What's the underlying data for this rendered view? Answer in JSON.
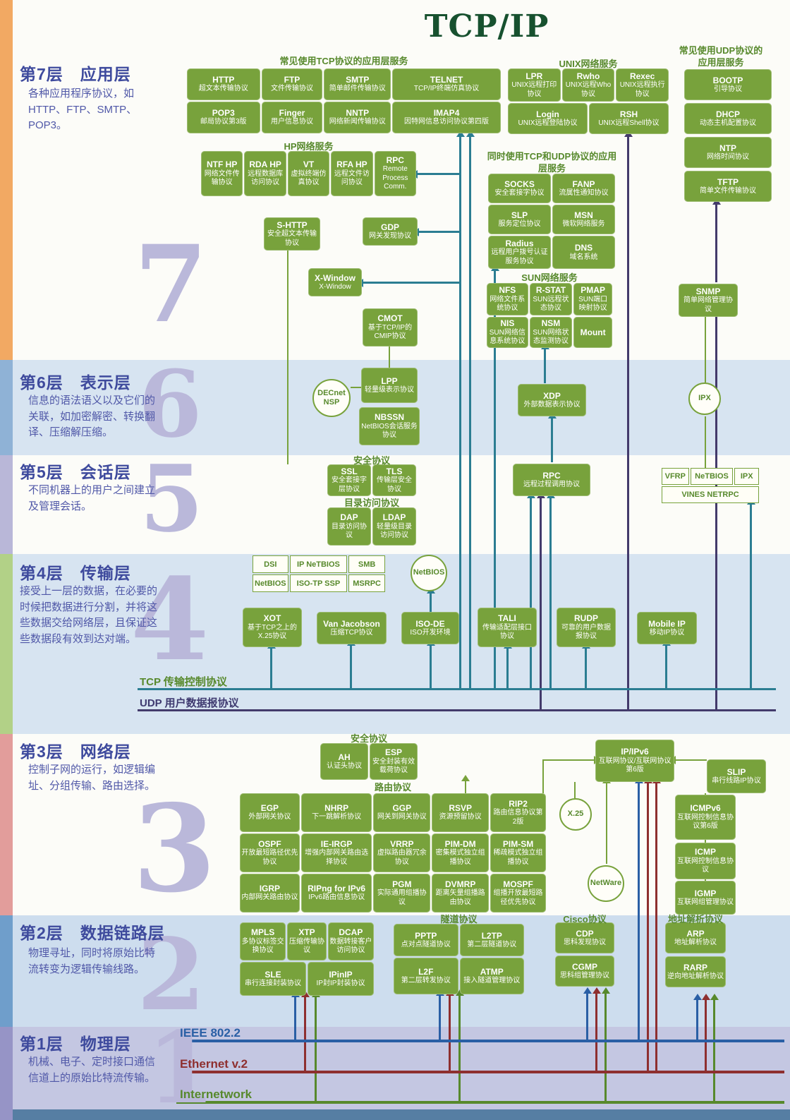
{
  "title": "TCP/IP",
  "layers": [
    {
      "num": "7",
      "title": "第7层　应用层",
      "desc": "各种应用程序协议，如HTTP、FTP、SMTP、POP3。"
    },
    {
      "num": "6",
      "title": "第6层　表示层",
      "desc": "信息的语法语义以及它们的关联，如加密解密、转换翻译、压缩解压缩。"
    },
    {
      "num": "5",
      "title": "第5层　会话层",
      "desc": "不同机器上的用户之间建立及管理会话。"
    },
    {
      "num": "4",
      "title": "第4层　传输层",
      "desc": "接受上一层的数据，在必要的时候把数据进行分割，并将这些数据交给网络层，且保证这些数据段有效到达对端。"
    },
    {
      "num": "3",
      "title": "第3层　网络层",
      "desc": "控制子网的运行，如逻辑编址、分组传输、路由选择。"
    },
    {
      "num": "2",
      "title": "第2层　数据链路层",
      "desc": "物理寻址，同时将原始比特流转变为逻辑传输线路。"
    },
    {
      "num": "1",
      "title": "第1层　物理层",
      "desc": "机械、电子、定时接口通信信道上的原始比特流传输。"
    }
  ],
  "groups": {
    "tcp_services": {
      "header": "常见使用TCP协议的应用层服务",
      "cells": [
        {
          "n": "HTTP",
          "d": "超文本传输协议"
        },
        {
          "n": "FTP",
          "d": "文件传输协议"
        },
        {
          "n": "SMTP",
          "d": "简单邮件传输协议"
        },
        {
          "n": "TELNET",
          "d": "TCP/IP终端仿真协议"
        },
        {
          "n": "POP3",
          "d": "邮局协议第3版"
        },
        {
          "n": "Finger",
          "d": "用户信息协议"
        },
        {
          "n": "NNTP",
          "d": "网络新闻传输协议"
        },
        {
          "n": "IMAP4",
          "d": "因特网信息访问协议第四版"
        }
      ]
    },
    "unix_services": {
      "header": "UNIX网络服务",
      "row1": [
        {
          "n": "LPR",
          "d": "UNIX远程打印协议"
        },
        {
          "n": "Rwho",
          "d": "UNIX远程Who协议"
        },
        {
          "n": "Rexec",
          "d": "UNIX远程执行协议"
        }
      ],
      "row2": [
        {
          "n": "Login",
          "d": "UNIX远程登陆协议"
        },
        {
          "n": "RSH",
          "d": "UNIX远程Shell协议"
        }
      ]
    },
    "udp_services": {
      "header": "常见使用UDP协议的应用层服务",
      "cells": [
        {
          "n": "BOOTP",
          "d": "引导协议"
        },
        {
          "n": "DHCP",
          "d": "动态主机配置协议"
        },
        {
          "n": "NTP",
          "d": "网络时间协议"
        },
        {
          "n": "TFTP",
          "d": "简单文件传输协议"
        }
      ]
    },
    "hp_services": {
      "header": "HP网络服务",
      "cells": [
        {
          "n": "NTF HP",
          "d": "网络文件传输协议"
        },
        {
          "n": "RDA HP",
          "d": "远程数据库访问协议"
        },
        {
          "n": "VT",
          "d": "虚拟终端仿真协议"
        },
        {
          "n": "RFA HP",
          "d": "远程文件访问协议"
        },
        {
          "n": "RPC",
          "d": "Remote Process Comm."
        }
      ]
    },
    "tcp_udp_services": {
      "header": "同时使用TCP和UDP协议的应用层服务",
      "cells": [
        {
          "n": "SOCKS",
          "d": "安全套接字协议"
        },
        {
          "n": "FANP",
          "d": "流属性通知协议"
        },
        {
          "n": "SLP",
          "d": "服务定位协议"
        },
        {
          "n": "MSN",
          "d": "微软网络服务"
        },
        {
          "n": "Radius",
          "d": "远程用户拨号认证服务协议"
        },
        {
          "n": "DNS",
          "d": "域名系统"
        }
      ]
    },
    "sun_services": {
      "header": "SUN网络服务",
      "row1": [
        {
          "n": "NFS",
          "d": "网络文件系统协议"
        },
        {
          "n": "R-STAT",
          "d": "SUN远程状态协议"
        },
        {
          "n": "PMAP",
          "d": "SUN端口映射协议"
        }
      ],
      "row2": [
        {
          "n": "NIS",
          "d": "SUN网络信息系统协议"
        },
        {
          "n": "NSM",
          "d": "SUN网络状态监测协议"
        },
        {
          "n": "Mount",
          "d": ""
        }
      ]
    },
    "security5": {
      "header": "安全协议",
      "cells": [
        {
          "n": "SSL",
          "d": "安全套接字层协议"
        },
        {
          "n": "TLS",
          "d": "传输层安全协议"
        }
      ]
    },
    "directory": {
      "header": "目录访问协议",
      "cells": [
        {
          "n": "DAP",
          "d": "目录访问协议"
        },
        {
          "n": "LDAP",
          "d": "轻量级目录访问协议"
        }
      ]
    },
    "vines": {
      "row1": [
        {
          "n": "VFRP"
        },
        {
          "n": "NeTBIOS"
        },
        {
          "n": "IPX"
        }
      ],
      "row2": "VINES NETRPC"
    },
    "l4_netbios": {
      "cells": [
        {
          "n": "DSI"
        },
        {
          "n": "IP NeTBIOS"
        },
        {
          "n": "SMB"
        },
        {
          "n": "NetBIOS"
        },
        {
          "n": "ISO-TP SSP"
        },
        {
          "n": "MSRPC"
        }
      ]
    },
    "security3": {
      "header": "安全协议",
      "cells": [
        {
          "n": "AH",
          "d": "认证头协议"
        },
        {
          "n": "ESP",
          "d": "安全封装有效载荷协议"
        }
      ]
    },
    "routing": {
      "header": "路由协议",
      "cells": [
        {
          "n": "EGP",
          "d": "外部网关协议"
        },
        {
          "n": "NHRP",
          "d": "下一跳解析协议"
        },
        {
          "n": "GGP",
          "d": "网关到网关协议"
        },
        {
          "n": "RSVP",
          "d": "资源预留协议"
        },
        {
          "n": "RIP2",
          "d": "路由信息协议第2版"
        },
        {
          "n": "OSPF",
          "d": "开放最短路径优先协议"
        },
        {
          "n": "IE-IRGP",
          "d": "增强内部网关路由选择协议"
        },
        {
          "n": "VRRP",
          "d": "虚拟路由器冗余协议"
        },
        {
          "n": "PIM-DM",
          "d": "密集模式独立组播协议"
        },
        {
          "n": "PIM-SM",
          "d": "稀疏模式独立组播协议"
        },
        {
          "n": "IGRP",
          "d": "内部网关路由协议"
        },
        {
          "n": "RIPng for IPv6",
          "d": "IPv6路由信息协议"
        },
        {
          "n": "PGM",
          "d": "实际通用组播协议"
        },
        {
          "n": "DVMRP",
          "d": "距离矢量组播路由协议"
        },
        {
          "n": "MOSPF",
          "d": "组播开放最短路径优先协议"
        }
      ]
    },
    "l2_left": {
      "row1": [
        {
          "n": "MPLS",
          "d": "多协议标签交换协议"
        },
        {
          "n": "XTP",
          "d": "压缩传输协议"
        },
        {
          "n": "DCAP",
          "d": "数据转接客户访问协议"
        }
      ],
      "row2": [
        {
          "n": "SLE",
          "d": "串行连接封装协议"
        },
        {
          "n": "IPinIP",
          "d": "IP封IP封装协议"
        }
      ]
    },
    "tunnel": {
      "header": "隧道协议",
      "row1": [
        {
          "n": "PPTP",
          "d": "点对点隧道协议"
        },
        {
          "n": "L2TP",
          "d": "第二层隧道协议"
        }
      ],
      "row2": [
        {
          "n": "L2F",
          "d": "第二层转发协议"
        },
        {
          "n": "ATMP",
          "d": "接入隧道管理协议"
        }
      ]
    },
    "cisco": {
      "header": "Cisco协议",
      "cells": [
        {
          "n": "CDP",
          "d": "思科发现协议"
        },
        {
          "n": "CGMP",
          "d": "思科组管理协议"
        }
      ]
    },
    "address": {
      "header": "地址解析协议",
      "cells": [
        {
          "n": "ARP",
          "d": "地址解析协议"
        },
        {
          "n": "RARP",
          "d": "逆向地址解析协议"
        }
      ]
    }
  },
  "boxes": {
    "shttp": {
      "n": "S-HTTP",
      "d": "安全超文本传输协议"
    },
    "gdp": {
      "n": "GDP",
      "d": "网关发现协议"
    },
    "xwindow": {
      "n": "X-Window",
      "d": "X-Window"
    },
    "cmot": {
      "n": "CMOT",
      "d": "基于TCP/IP的CMIP协议"
    },
    "snmp": {
      "n": "SNMP",
      "d": "简单网络管理协议"
    },
    "lpp": {
      "n": "LPP",
      "d": "轻量级表示协议"
    },
    "nbssn": {
      "n": "NBSSN",
      "d": "NetBIOS会话服务协议"
    },
    "xdp": {
      "n": "XDP",
      "d": "外部数据表示协议"
    },
    "rpc": {
      "n": "RPC",
      "d": "远程过程调用协议"
    },
    "xot": {
      "n": "XOT",
      "d": "基于TCP之上的X.25协议"
    },
    "vanjacobson": {
      "n": "Van Jacobson",
      "d": "压缩TCP协议"
    },
    "isode": {
      "n": "ISO-DE",
      "d": "ISO开发环境"
    },
    "tali": {
      "n": "TALI",
      "d": "传输适配层接口协议"
    },
    "rudp": {
      "n": "RUDP",
      "d": "可靠的用户数据报协议"
    },
    "mobileip": {
      "n": "Mobile IP",
      "d": "移动IP协议"
    },
    "ipv6": {
      "n": "IP/IPv6",
      "d": "互联网协议/互联网协议第6版"
    },
    "slip": {
      "n": "SLIP",
      "d": "串行线路IP协议"
    },
    "icmpv6": {
      "n": "ICMPv6",
      "d": "互联网控制信息协议第6版"
    },
    "icmp": {
      "n": "ICMP",
      "d": "互联网控制信息协议"
    },
    "igmp": {
      "n": "IGMP",
      "d": "互联网组管理协议"
    }
  },
  "circles": {
    "decnet_l1": "DECnet",
    "decnet_l2": "NSP",
    "ipx": "IPX",
    "netbios": "NetBIOS",
    "x25": "X.25",
    "netware": "NetWare"
  },
  "lines": {
    "tcp": "TCP 传输控制协议",
    "udp": "UDP 用户数据报协议",
    "ieee": "IEEE 802.2",
    "ethernet": "Ethernet v.2",
    "internetwork": "Internetwork"
  }
}
